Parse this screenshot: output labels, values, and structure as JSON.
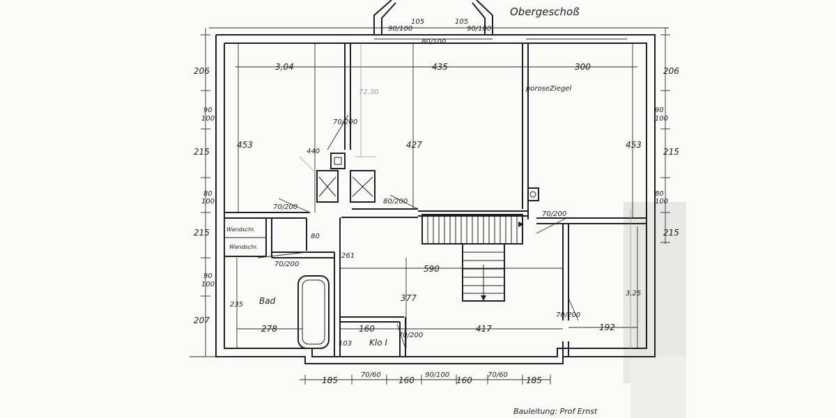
{
  "title": "Obergeschoß",
  "note_material": "poroseZiegel",
  "signature": "Bauleitung: Prof Ernst",
  "rooms": {
    "bath": "Bad",
    "wc": "Klo I",
    "wardrobe_1": "Wandschr.",
    "wardrobe_2": "Wandschr."
  },
  "dims_top": {
    "a": "90/100",
    "b": "105",
    "c": "105",
    "d": "90/100",
    "e": "80/100"
  },
  "dims_rooms_row1": {
    "a": "3,04",
    "b": "435",
    "c": "300"
  },
  "dims_left": [
    "206",
    "90",
    "100",
    "215",
    "80",
    "100",
    "215",
    "90",
    "100",
    "207"
  ],
  "dims_right": [
    "206",
    "90",
    "100",
    "215",
    "80",
    "100",
    "215"
  ],
  "dims_inner": {
    "h_left": "453",
    "h_right": "453",
    "h_mid": "427",
    "h_chimney": "440",
    "door_1": "70/200",
    "door_2": "80/200",
    "door_3": "70/200",
    "door_4": "70/200",
    "door_5": "70/200",
    "door_6": "70/200",
    "door_7": "70/200",
    "pencil": "72,30",
    "corr_w": "80",
    "corr_261": "261",
    "hall": "590",
    "hall_h": "377",
    "h_bath": "235",
    "r_325": "3,25",
    "w_278": "278",
    "w_160": "160",
    "w_417": "417",
    "w_192": "192",
    "w_103": "103"
  },
  "dims_bottom": [
    "185",
    "70/60",
    "160",
    "90/100",
    "160",
    "70/60",
    "185"
  ]
}
